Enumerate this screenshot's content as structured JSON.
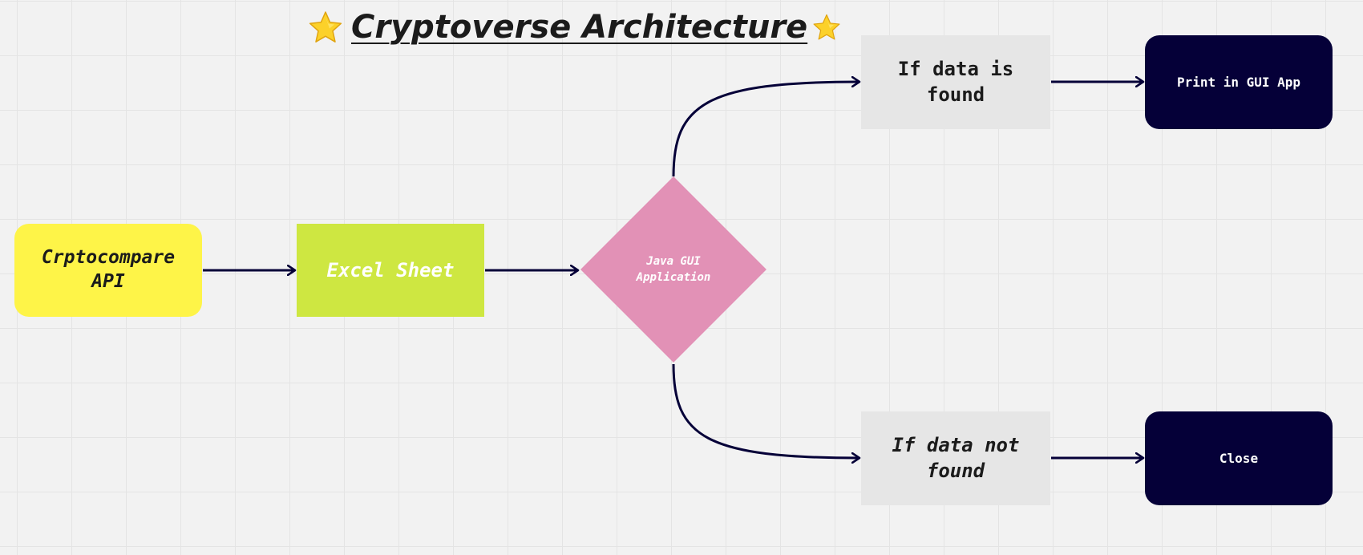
{
  "diagram": {
    "title": "Cryptoverse Architecture",
    "title_icon": "star-icon",
    "nodes": {
      "api": "Crptocompare API",
      "excel": "Excel Sheet",
      "java_app": "Java GUI Application",
      "found": "If data is found",
      "not_found": "If data not found",
      "print": "Print in GUI App",
      "close": "Close"
    },
    "colors": {
      "api": "#fef448",
      "excel": "#cee741",
      "java_app": "#e291b6",
      "condition": "#e6e6e6",
      "action": "#050038",
      "edge": "#050038"
    }
  }
}
